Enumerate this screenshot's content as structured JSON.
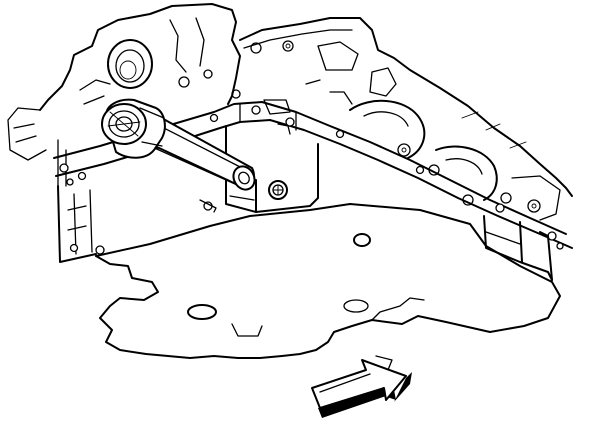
{
  "figure": {
    "background": "#ffffff",
    "ink": "#000000",
    "components": [
      "engine-block",
      "oil-pan",
      "oil-filter-wrench",
      "front-direction-arrow"
    ]
  }
}
